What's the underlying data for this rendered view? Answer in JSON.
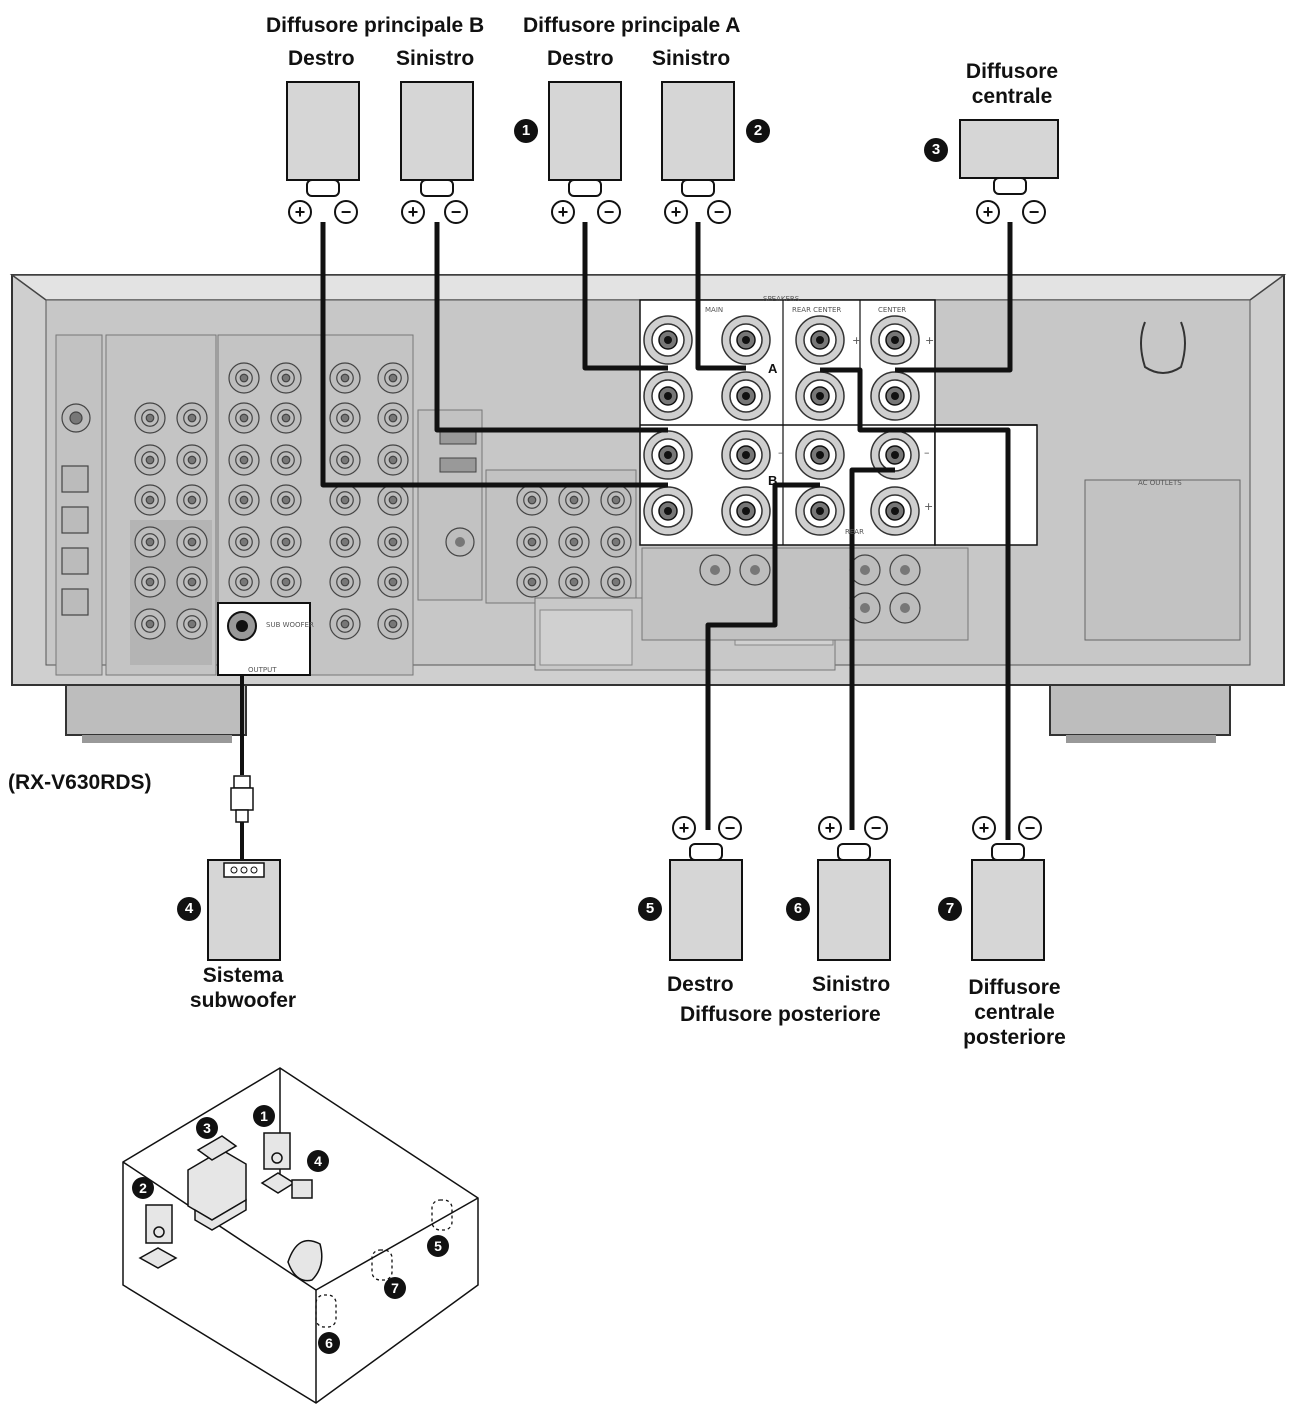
{
  "labels": {
    "main_b": "Diffusore principale B",
    "main_a": "Diffusore principale A",
    "right": "Destro",
    "left": "Sinistro",
    "center": "Diffusore\ncentrale",
    "model": "(RX-V630RDS)",
    "subwoofer": "Sistema\nsubwoofer",
    "rear": "Diffusore posteriore",
    "rear_center": "Diffusore\ncentrale\nposteriore"
  },
  "panel": {
    "speakers": "SPEAKERS",
    "main": "MAIN",
    "rear_center": "REAR CENTER",
    "center": "CENTER",
    "rear": "REAR",
    "letter_a": "A",
    "letter_b": "B",
    "plus": "+",
    "minus": "–",
    "sub_woofer": "SUB WOOFER",
    "output": "OUTPUT",
    "ac_outlets": "AC OUTLETS"
  },
  "badges": [
    "1",
    "2",
    "3",
    "4",
    "5",
    "6",
    "7"
  ],
  "symbols": {
    "plus": "+",
    "minus": "−"
  },
  "colors": {
    "cable": "#111111",
    "panel": "#c9c9c9",
    "speaker_fill": "#d6d6d6"
  }
}
